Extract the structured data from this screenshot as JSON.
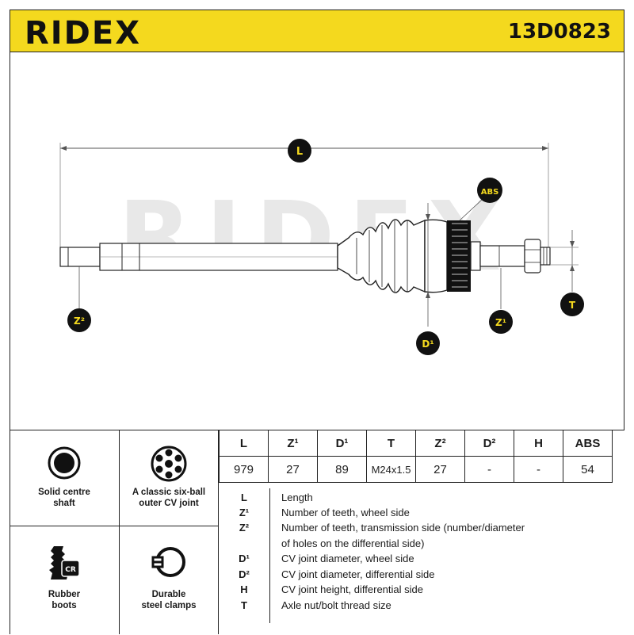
{
  "header": {
    "brand": "RIDEX",
    "part_number": "13D0823"
  },
  "drawing": {
    "watermark": "RIDEX",
    "labels": {
      "L": "L",
      "ABS": "ABS",
      "T": "T",
      "Z1": "Z¹",
      "Z2": "Z²",
      "D1": "D¹"
    }
  },
  "features": [
    {
      "label_1": "Solid centre",
      "label_2": "shaft",
      "icon": "solid-shaft-icon"
    },
    {
      "label_1": "A classic six-ball",
      "label_2": "outer CV joint",
      "icon": "six-ball-joint-icon"
    },
    {
      "label_1": "Rubber",
      "label_2": "boots",
      "icon": "rubber-boot-icon",
      "badge": "CR"
    },
    {
      "label_1": "Durable",
      "label_2": "steel clamps",
      "icon": "steel-clamp-icon"
    }
  ],
  "spec_table": {
    "headers": [
      "L",
      "Z¹",
      "D¹",
      "T",
      "Z²",
      "D²",
      "H",
      "ABS"
    ],
    "values": [
      "979",
      "27",
      "89",
      "M24x1.5",
      "27",
      "-",
      "-",
      "54"
    ]
  },
  "legend": [
    {
      "sym": "L",
      "desc": "Length"
    },
    {
      "sym": "Z¹",
      "desc": "Number of teeth, wheel side"
    },
    {
      "sym": "Z²",
      "desc": "Number of teeth, transmission side (number/diameter"
    },
    {
      "sym": "",
      "desc": "of holes on the differential side)"
    },
    {
      "sym": "D¹",
      "desc": "CV joint diameter, wheel side"
    },
    {
      "sym": "D²",
      "desc": "CV joint diameter, differential side"
    },
    {
      "sym": "H",
      "desc": "CV joint height, differential side"
    },
    {
      "sym": "T",
      "desc": "Axle nut/bolt thread size"
    }
  ],
  "colors": {
    "accent": "#f4d91e",
    "line": "#222222",
    "watermark": "#e6e6e6"
  }
}
